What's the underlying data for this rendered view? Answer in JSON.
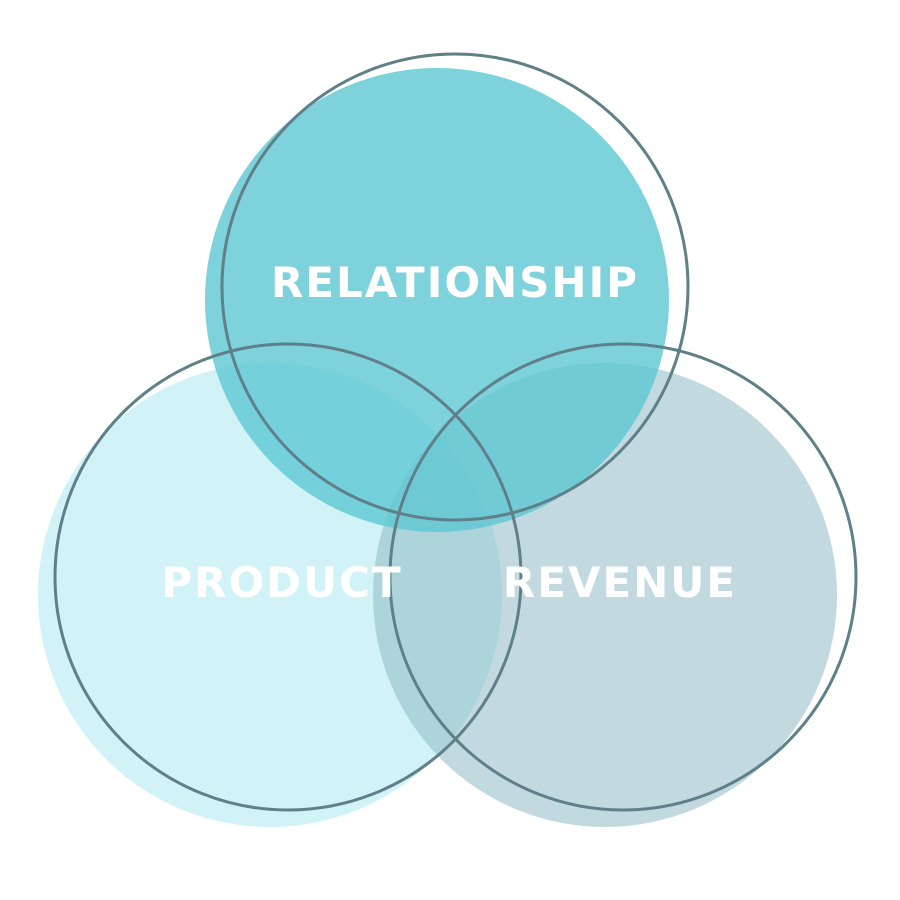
{
  "diagram": {
    "type": "venn",
    "sets": [
      {
        "id": "relationship",
        "label": "RELATIONSHIP",
        "fill": "#5CC7D2",
        "fill_opacity": 0.8
      },
      {
        "id": "product",
        "label": "PRODUCT",
        "fill": "#BDEEF4",
        "fill_opacity": 0.7
      },
      {
        "id": "revenue",
        "label": "REVENUE",
        "fill": "#8FB9C4",
        "fill_opacity": 0.55
      }
    ],
    "colors": {
      "outline": "#5F7F89",
      "label_text": "#FFFFFF",
      "background": "#FFFFFF"
    }
  }
}
